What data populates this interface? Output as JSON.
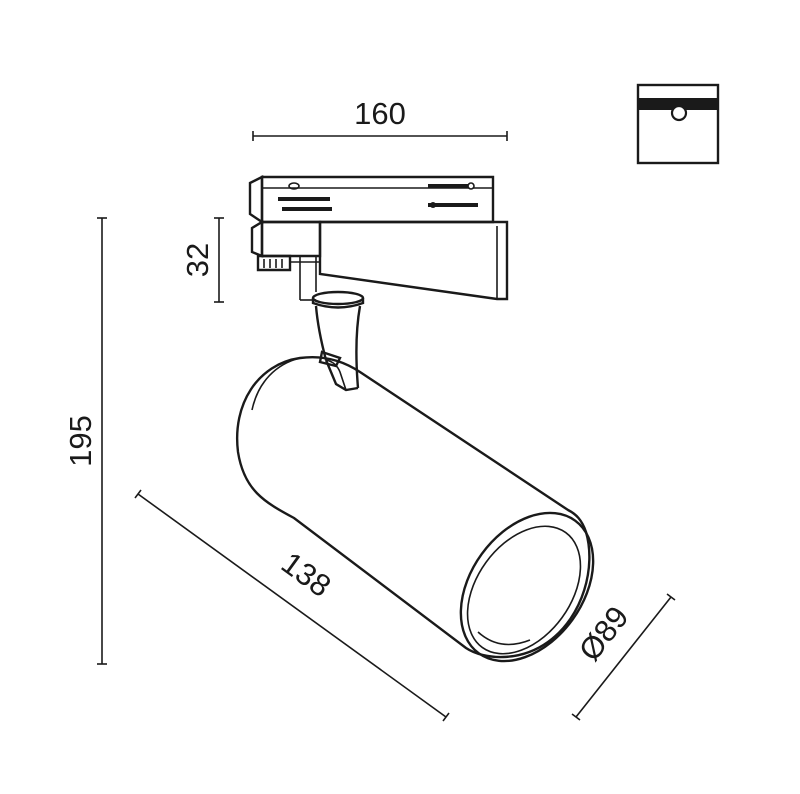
{
  "dimensions": {
    "width": "160",
    "adapter_height": "32",
    "total_height": "195",
    "body_length": "138",
    "diameter": "Ø89"
  },
  "icons": {
    "mount_type": "track-mount-icon"
  },
  "colors": {
    "line": "#1a1a1a",
    "background": "#ffffff"
  }
}
